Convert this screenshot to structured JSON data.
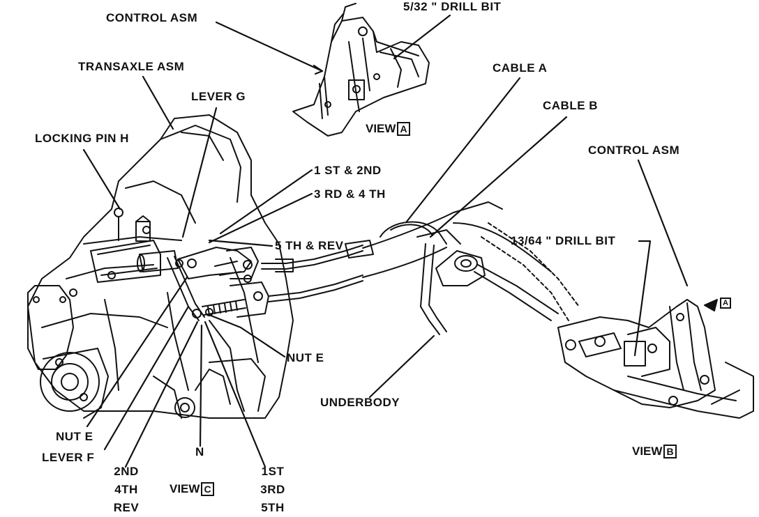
{
  "labels": {
    "control_asm_top": "CONTROL ASM",
    "drill_532": "5/32 \" DRILL BIT",
    "transaxle_asm": "TRANSAXLE ASM",
    "lever_g": "LEVER G",
    "locking_pin_h": "LOCKING PIN H",
    "first_second": "1 ST & 2ND",
    "third_fourth": "3 RD & 4 TH",
    "fifth_rev": "5 TH & REV",
    "cable_a": "CABLE A",
    "cable_b": "CABLE B",
    "control_asm_right": "CONTROL ASM",
    "drill_1364": "13/64 \" DRILL BIT",
    "nut_e_right": "NUT E",
    "underbody": "UNDERBODY",
    "nut_e_left": "NUT E",
    "lever_f": "LEVER F",
    "n": "N",
    "gears_left": [
      "2ND",
      "4TH",
      "REV"
    ],
    "gears_right": [
      "1ST",
      "3RD",
      "5TH"
    ]
  },
  "views": {
    "a": {
      "word": "VIEW",
      "letter": "A"
    },
    "b": {
      "word": "VIEW",
      "letter": "B"
    },
    "c": {
      "word": "VIEW",
      "letter": "C"
    }
  }
}
